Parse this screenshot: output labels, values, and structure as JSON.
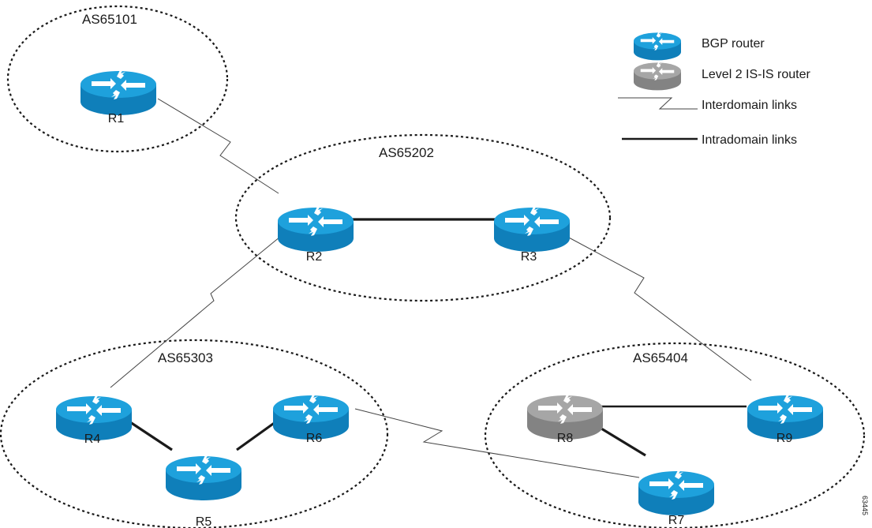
{
  "domains": [
    {
      "id": "as65101",
      "label": "AS65101"
    },
    {
      "id": "as65202",
      "label": "AS65202"
    },
    {
      "id": "as65303",
      "label": "AS65303"
    },
    {
      "id": "as65404",
      "label": "AS65404"
    }
  ],
  "routers": [
    {
      "id": "r1",
      "label": "R1",
      "type": "bgp"
    },
    {
      "id": "r2",
      "label": "R2",
      "type": "bgp"
    },
    {
      "id": "r3",
      "label": "R3",
      "type": "bgp"
    },
    {
      "id": "r4",
      "label": "R4",
      "type": "bgp"
    },
    {
      "id": "r5",
      "label": "R5",
      "type": "bgp"
    },
    {
      "id": "r6",
      "label": "R6",
      "type": "bgp"
    },
    {
      "id": "r7",
      "label": "R7",
      "type": "bgp"
    },
    {
      "id": "r8",
      "label": "R8",
      "type": "isis"
    },
    {
      "id": "r9",
      "label": "R9",
      "type": "bgp"
    }
  ],
  "links": [
    {
      "from": "R1",
      "to": "R2",
      "kind": "interdomain"
    },
    {
      "from": "R2",
      "to": "R3",
      "kind": "intradomain"
    },
    {
      "from": "R2",
      "to": "R4",
      "kind": "interdomain"
    },
    {
      "from": "R3",
      "to": "R9",
      "kind": "interdomain"
    },
    {
      "from": "R4",
      "to": "R5",
      "kind": "intradomain"
    },
    {
      "from": "R5",
      "to": "R6",
      "kind": "intradomain"
    },
    {
      "from": "R6",
      "to": "R7",
      "kind": "interdomain"
    },
    {
      "from": "R8",
      "to": "R9",
      "kind": "intradomain"
    },
    {
      "from": "R8",
      "to": "R7",
      "kind": "intradomain"
    }
  ],
  "legend": {
    "bgp_router": "BGP router",
    "isis_router": "Level 2 IS-IS router",
    "interdomain": "Interdomain links",
    "intradomain": "Intradomain links"
  },
  "figure_id": "63445",
  "colors": {
    "bgp_router": "#1ea1dc",
    "isis_router": "#a6a6a6"
  }
}
